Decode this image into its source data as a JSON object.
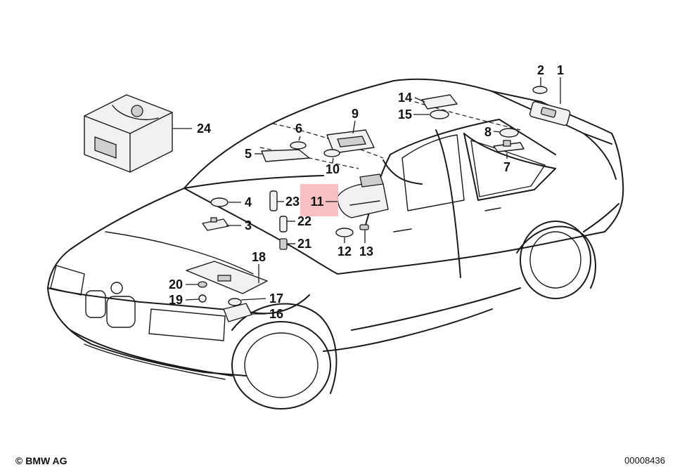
{
  "diagram": {
    "callouts": [
      {
        "id": "1",
        "label": "1"
      },
      {
        "id": "2",
        "label": "2"
      },
      {
        "id": "3",
        "label": "3"
      },
      {
        "id": "4",
        "label": "4"
      },
      {
        "id": "5",
        "label": "5"
      },
      {
        "id": "6",
        "label": "6"
      },
      {
        "id": "7",
        "label": "7"
      },
      {
        "id": "8",
        "label": "8"
      },
      {
        "id": "9",
        "label": "9"
      },
      {
        "id": "10",
        "label": "10"
      },
      {
        "id": "11",
        "label": "11",
        "highlighted": true
      },
      {
        "id": "12",
        "label": "12"
      },
      {
        "id": "13",
        "label": "13"
      },
      {
        "id": "14",
        "label": "14"
      },
      {
        "id": "15",
        "label": "15"
      },
      {
        "id": "16",
        "label": "16"
      },
      {
        "id": "17",
        "label": "17"
      },
      {
        "id": "18",
        "label": "18"
      },
      {
        "id": "19",
        "label": "19"
      },
      {
        "id": "20",
        "label": "20"
      },
      {
        "id": "21",
        "label": "21"
      },
      {
        "id": "22",
        "label": "22"
      },
      {
        "id": "23",
        "label": "23"
      },
      {
        "id": "24",
        "label": "24"
      }
    ],
    "highlight_color": "#f7b9bd",
    "line_color": "#1a1a1a"
  },
  "footer": {
    "copyright": "© BMW AG",
    "diagram_id": "00008436"
  }
}
